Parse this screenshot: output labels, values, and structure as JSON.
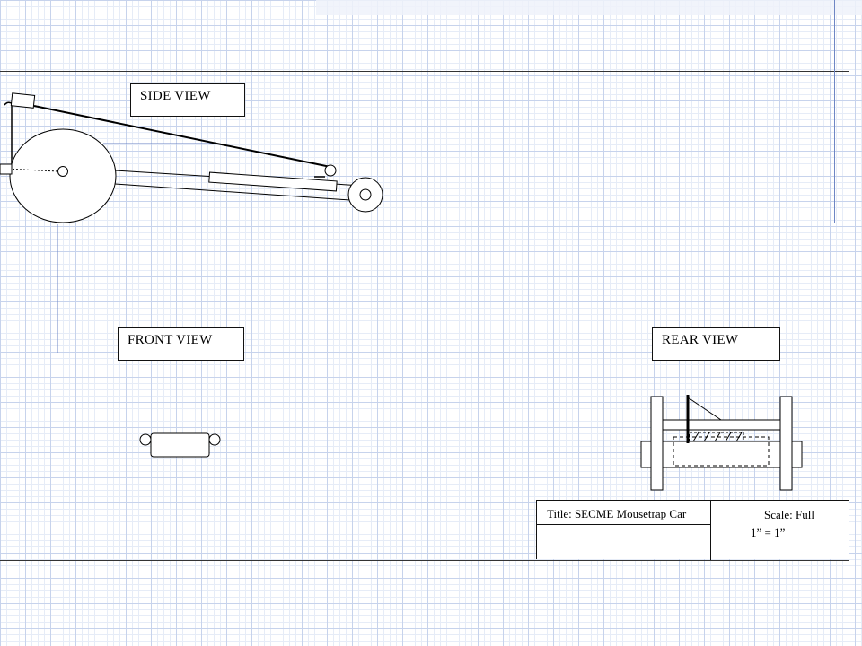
{
  "views": {
    "side": "SIDE VIEW",
    "front": "FRONT VIEW",
    "rear": "REAR VIEW"
  },
  "title_block": {
    "title": "Title:  SECME Mousetrap Car",
    "scale_label": "Scale: Full",
    "scale_value": "1” = 1”"
  },
  "colors": {
    "grid_major": "#c7d3ec",
    "grid_minor": "#e6ecf7",
    "ink": "#000000",
    "rule_blue": "#6e86c4"
  }
}
